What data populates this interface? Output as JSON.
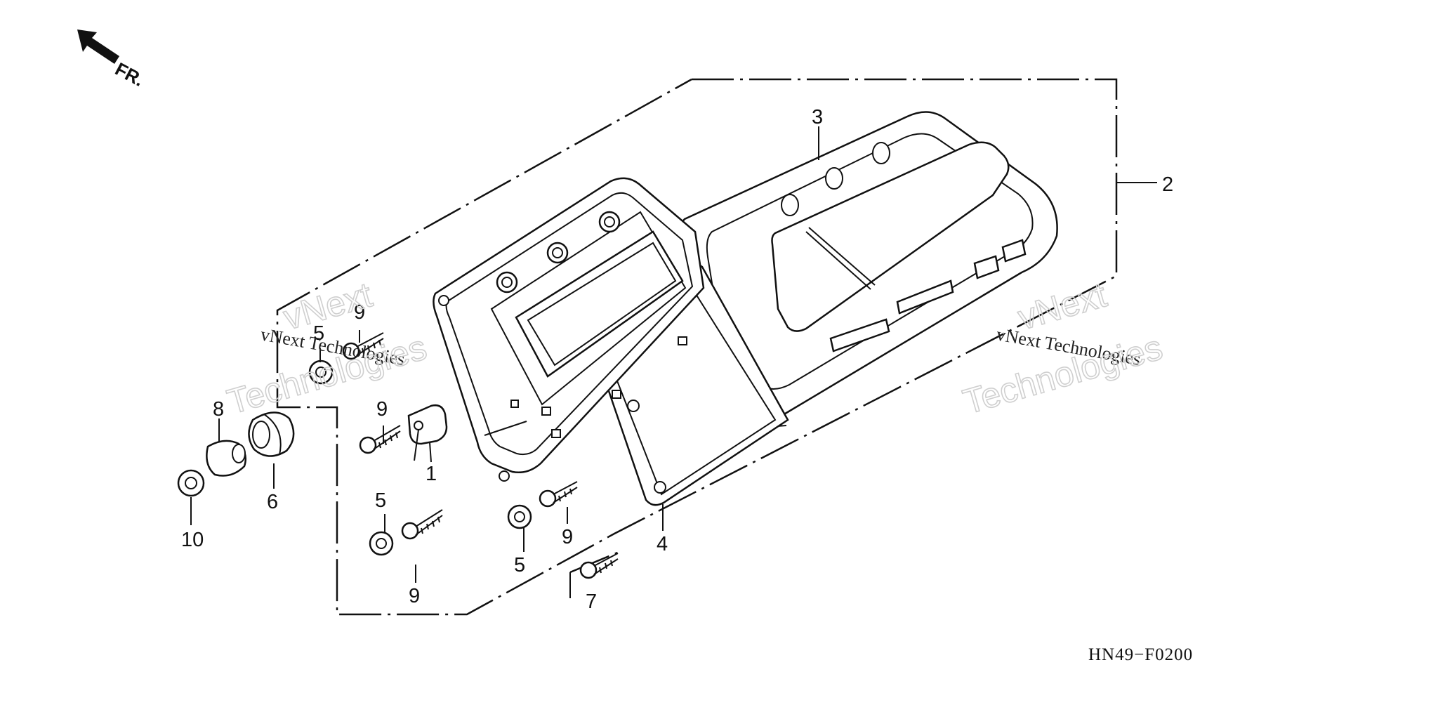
{
  "diagram": {
    "part_code": "HN49−F0200",
    "front_label": "FR.",
    "watermark": {
      "line": "vNext Technologies",
      "big_top": "vNext",
      "big_bottom": "Technologies"
    },
    "callouts": {
      "p1": "1",
      "p2": "2",
      "p3": "3",
      "p4": "4",
      "p5a": "5",
      "p5b": "5",
      "p5c": "5",
      "p6": "6",
      "p7": "7",
      "p8": "8",
      "p9a": "9",
      "p9b": "9",
      "p9c": "9",
      "p9d": "9",
      "p10": "10"
    }
  }
}
